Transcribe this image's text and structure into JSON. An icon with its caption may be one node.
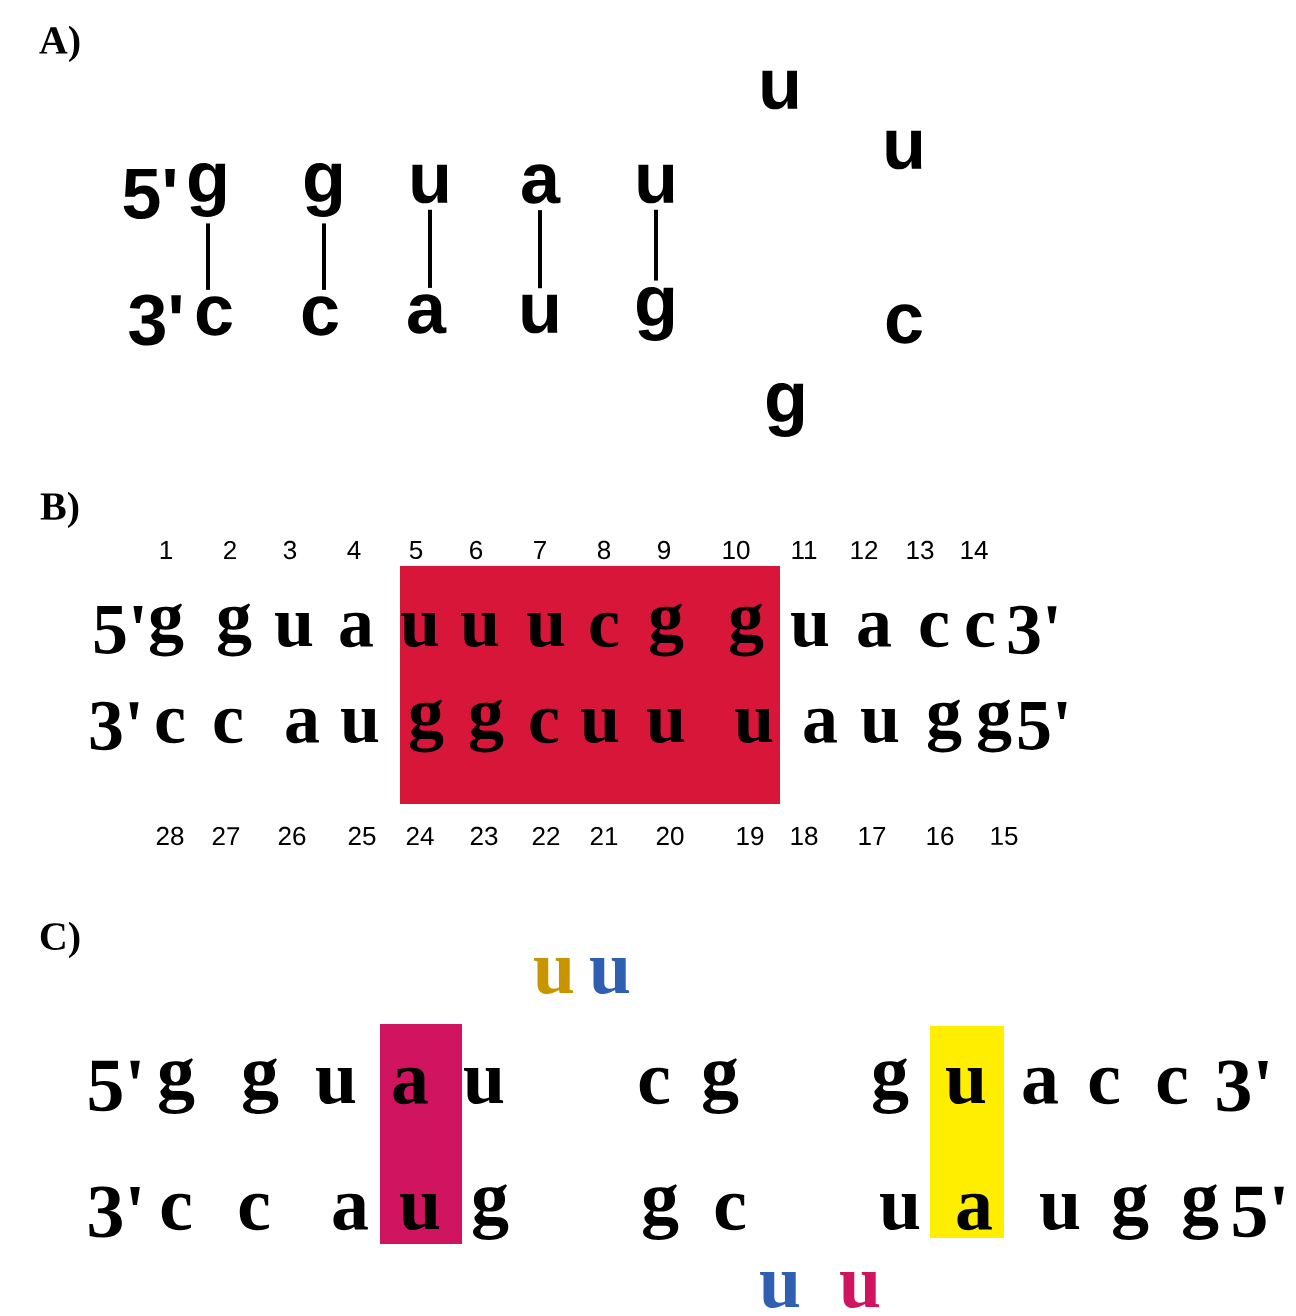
{
  "diagram": {
    "nodes": [
      {
        "text": [
          "g"
        ]
      },
      {
        "text": [
          "g"
        ]
      },
      {
        "text": [
          "u"
        ]
      },
      {
        "text": [
          "a"
        ]
      },
      {
        "text": [
          "u"
        ]
      },
      {
        "text": [
          "c"
        ]
      },
      {
        "text": [
          "c"
        ]
      },
      {
        "text": [
          "a"
        ]
      },
      {
        "text": [
          "u"
        ]
      },
      {
        "text": [
          "g"
        ]
      },
      {
        "text": [
          "u",
          "u",
          "u",
          "c",
          "g",
          "g",
          "g",
          "g",
          "c",
          "u",
          "u",
          "u"
        ]
      },
      {
        "text": [
          "a",
          "u"
        ]
      },
      {
        "text": [
          "u",
          "a"
        ]
      }
    ],
    "edges": [
      {
        "from": 0,
        "to": 5,
        "arrow": "none"
      },
      {
        "from": 1,
        "to": 6,
        "arrow": "none"
      },
      {
        "from": 2,
        "to": 7,
        "arrow": "none"
      },
      {
        "from": 3,
        "to": 8,
        "arrow": "none"
      },
      {
        "from": 4,
        "to": 9,
        "arrow": "none"
      }
    ],
    "labels": [
      "A)",
      "u",
      "u",
      "5'",
      "3'",
      "c",
      "g",
      "B)",
      "1",
      "2",
      "3",
      "4",
      "5",
      "6",
      "7",
      "8",
      "9",
      "10",
      "11",
      "12",
      "13",
      "14",
      "5'",
      "g",
      "g",
      "u",
      "a",
      "u",
      "a",
      "c",
      "c",
      "3'",
      "3'",
      "c",
      "c",
      "a",
      "u",
      "a",
      "u",
      "g",
      "g",
      "5'",
      "28",
      "27",
      "26",
      "25",
      "24",
      "23",
      "22",
      "21",
      "20",
      "19",
      "18",
      "17",
      "16",
      "15",
      "C)",
      "u",
      "u",
      "5'",
      "g",
      "g",
      "u",
      "u",
      "c",
      "g",
      "g",
      "a",
      "c",
      "c",
      "3'",
      "3'",
      "c",
      "c",
      "a",
      "g",
      "g",
      "c",
      "u",
      "u",
      "g",
      "g",
      "5'",
      "u",
      "u"
    ]
  }
}
